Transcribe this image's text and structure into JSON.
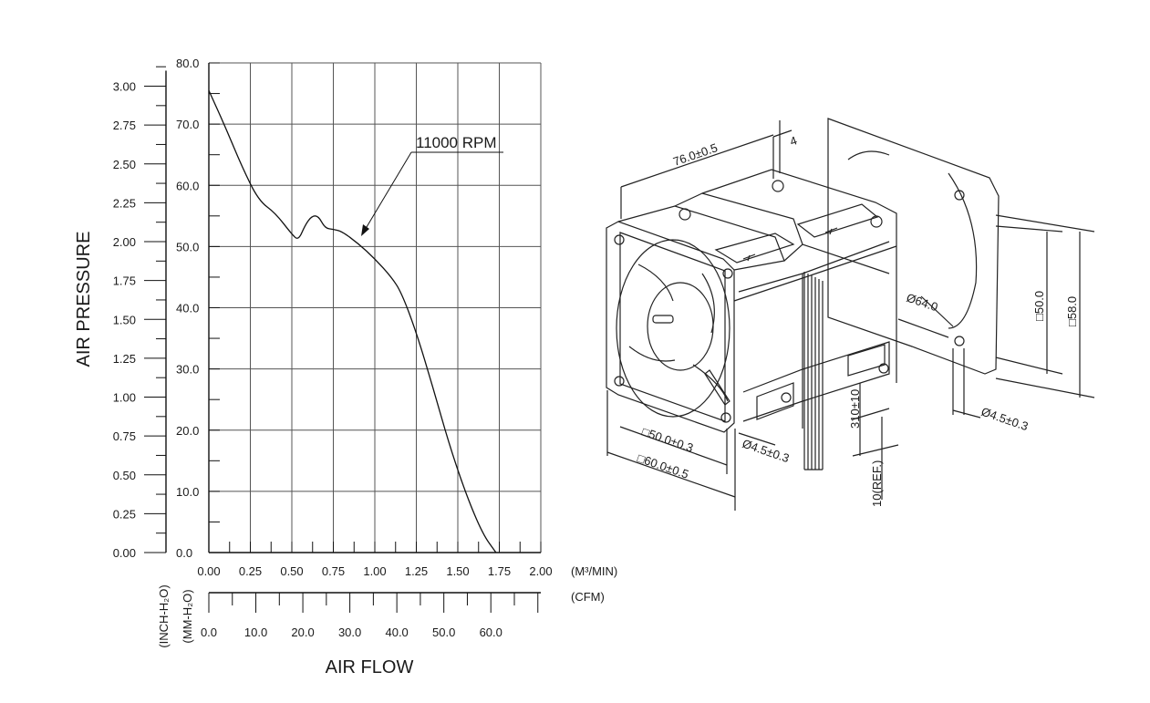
{
  "chart_data": {
    "type": "line",
    "xlabel": "AIR FLOW",
    "ylabel": "AIR PRESSURE",
    "x_unit_primary": "(M³/MIN)",
    "x_unit_secondary": "(CFM)",
    "y_unit_primary": "(INCH-H₂O)",
    "y_unit_secondary": "(MM-H₂O)",
    "xlim": [
      0,
      2
    ],
    "ylim_inch_h2o": [
      0,
      3.15
    ],
    "ylim_mm_h2o": [
      0,
      80
    ],
    "x_ticks_m3min": [
      "0.00",
      "0.25",
      "0.50",
      "0.75",
      "1.00",
      "1.25",
      "1.50",
      "1.75",
      "2.00"
    ],
    "x_ticks_cfm": [
      "0.0",
      "10.0",
      "20.0",
      "30.0",
      "40.0",
      "50.0",
      "60.0"
    ],
    "y_ticks_inch": [
      "0.00",
      "0.25",
      "0.50",
      "0.75",
      "1.00",
      "1.25",
      "1.50",
      "1.75",
      "2.00",
      "2.25",
      "2.50",
      "2.75",
      "3.00"
    ],
    "y_ticks_mm": [
      "0.0",
      "10.0",
      "20.0",
      "30.0",
      "40.0",
      "50.0",
      "60.0",
      "70.0",
      "80.0"
    ],
    "annotations": [
      "11000 RPM"
    ],
    "series": [
      {
        "name": "11000 RPM",
        "points": [
          [
            0.0,
            75.5
          ],
          [
            0.1,
            69.5
          ],
          [
            0.2,
            63.0
          ],
          [
            0.3,
            57.5
          ],
          [
            0.4,
            55.5
          ],
          [
            0.5,
            52.0
          ],
          [
            0.54,
            51.0
          ],
          [
            0.58,
            53.5
          ],
          [
            0.62,
            55.0
          ],
          [
            0.66,
            55.0
          ],
          [
            0.7,
            53.0
          ],
          [
            0.75,
            52.8
          ],
          [
            0.8,
            52.5
          ],
          [
            0.9,
            50.5
          ],
          [
            1.0,
            48.0
          ],
          [
            1.1,
            45.0
          ],
          [
            1.16,
            42.5
          ],
          [
            1.25,
            36.0
          ],
          [
            1.35,
            27.0
          ],
          [
            1.45,
            17.5
          ],
          [
            1.55,
            9.5
          ],
          [
            1.65,
            3.0
          ],
          [
            1.73,
            0.0
          ]
        ]
      }
    ]
  },
  "drawing": {
    "dimensions": [
      "76.0±0.5",
      "4",
      "□50.0±0.3",
      "□60.0±0.5",
      "Ø4.5±0.3",
      "310±10",
      "10(REF.)",
      "Ø64.0",
      "□50.0",
      "□58.0",
      "Ø4.5±0.3"
    ]
  }
}
